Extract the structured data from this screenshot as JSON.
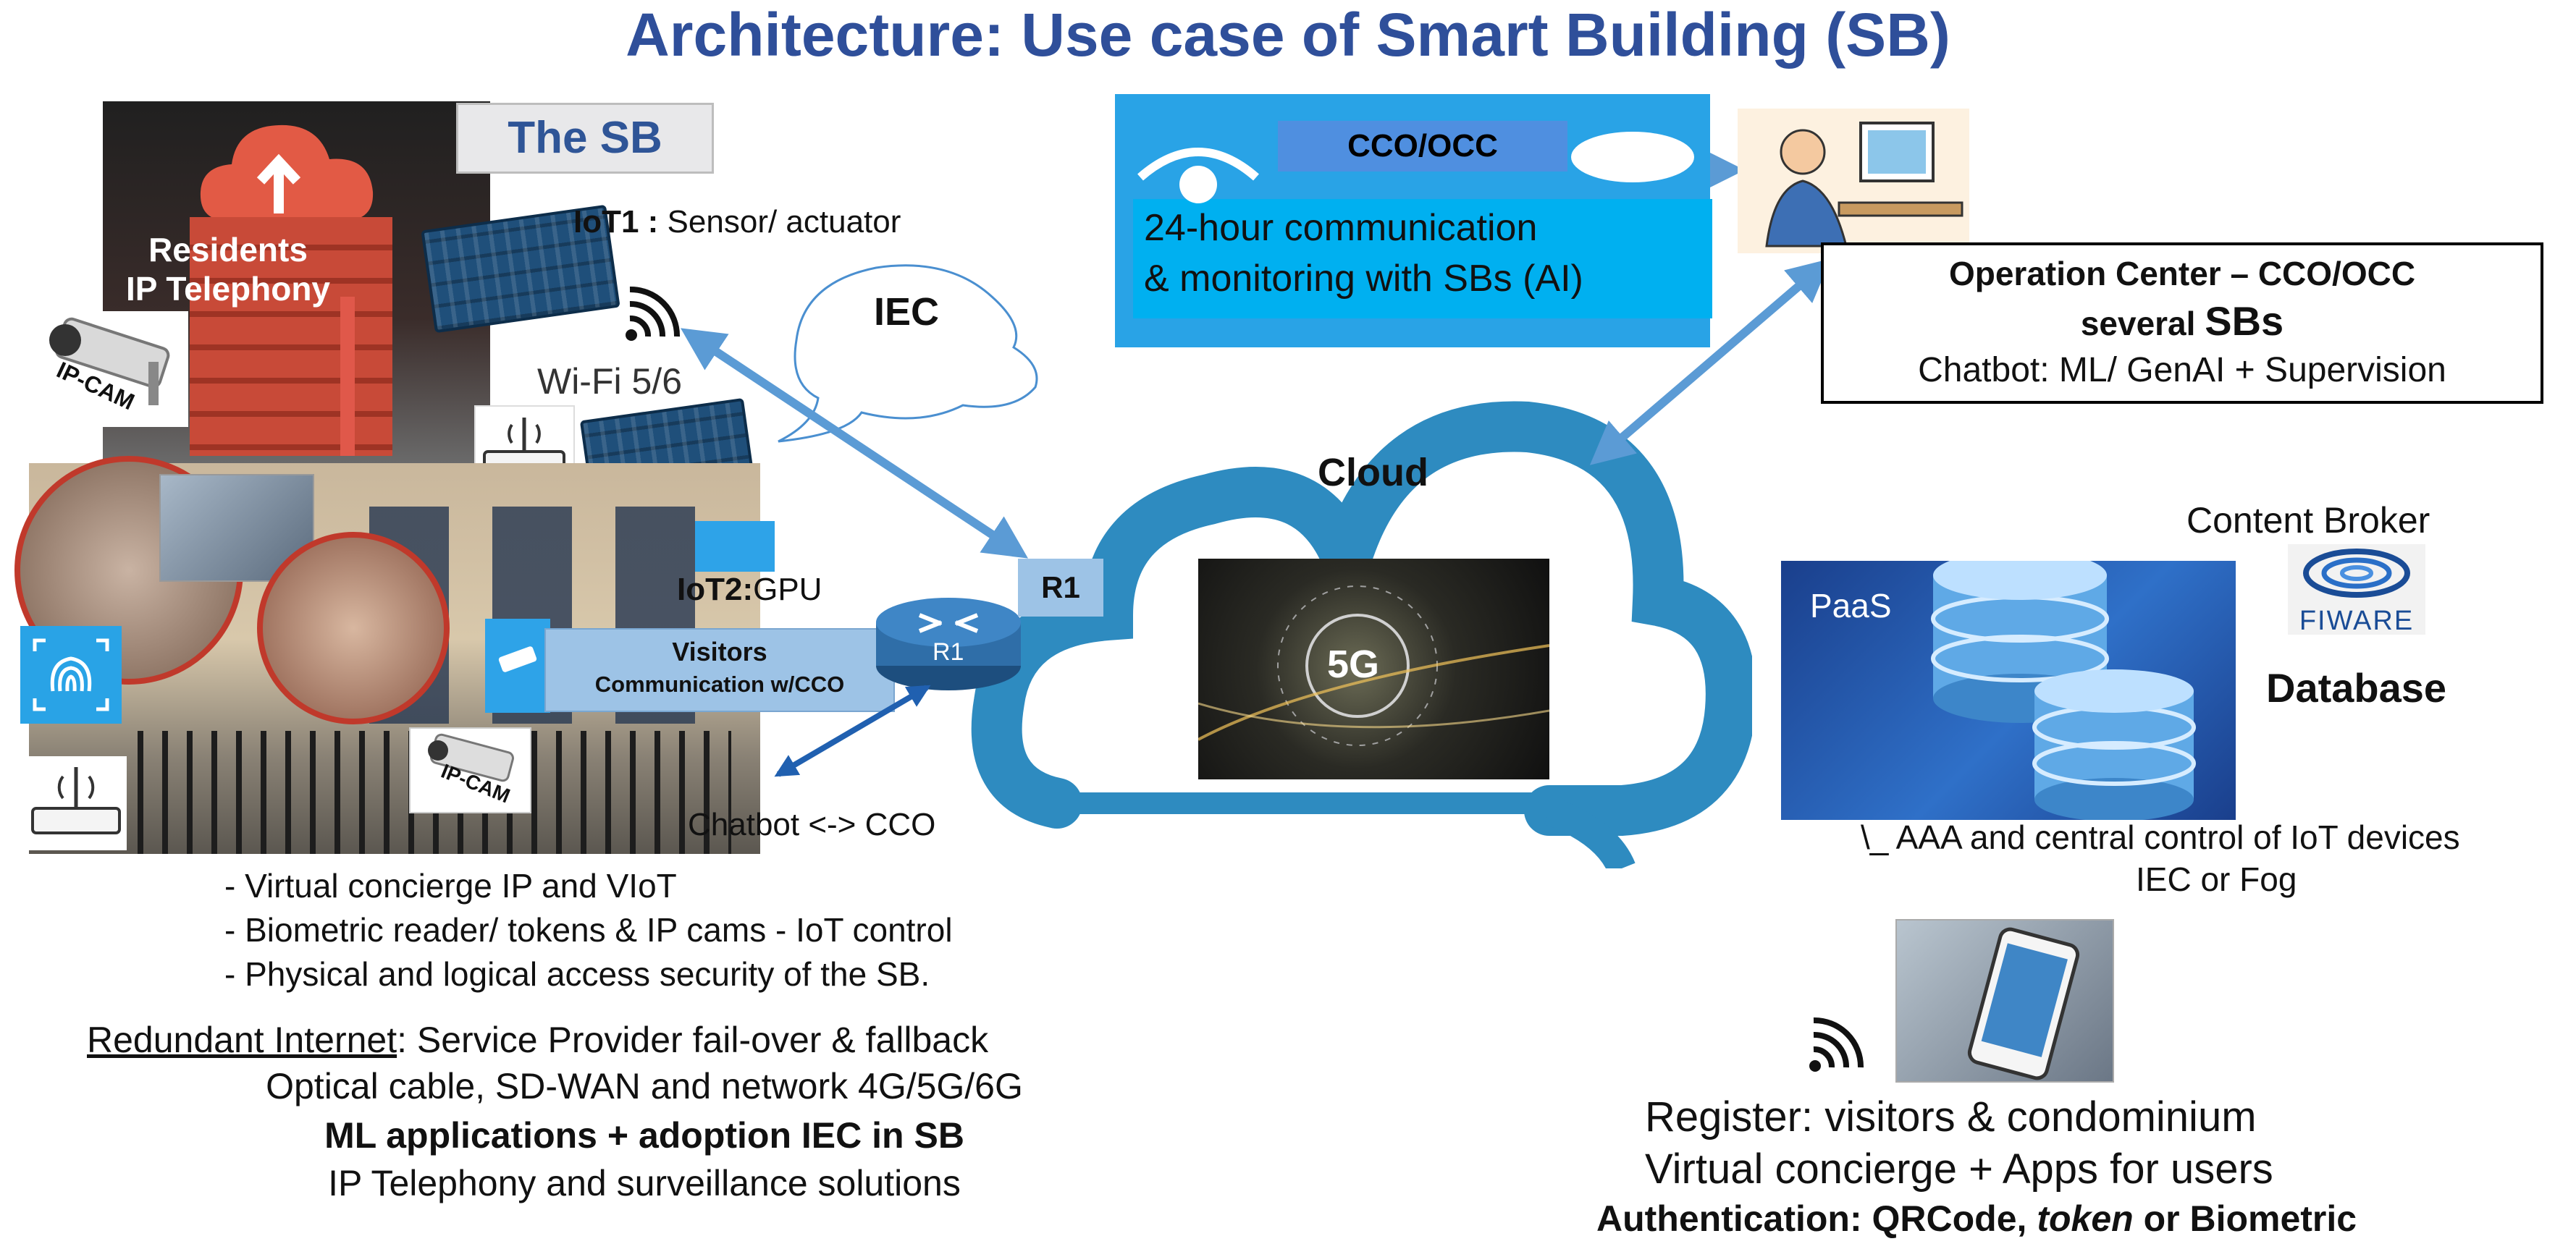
{
  "title": "Architecture:  Use case of Smart Building (SB)",
  "left": {
    "sb_label": "The SB",
    "residents_line1": "Residents",
    "residents_line2": "IP Telephony",
    "ipcam1": "IP-CAM",
    "ipcam2": "IP-CAM",
    "iot1_bold": "IoT1 :",
    "iot1_rest": " Sensor/ actuator",
    "wifi": "Wi-Fi 5/6",
    "iot2_bold": "IoT2:",
    "iot2_rest": "GPU",
    "visitors_line1": "Visitors",
    "visitors_line2": "Communication w/CCO",
    "chatbot_cco": "Chatbot <-> CCO",
    "iec": "IEC",
    "bullets": [
      "- Virtual concierge IP and VIoT",
      "- Biometric reader/ tokens &  IP cams -  IoT control",
      "- Physical and logical access security of the SB."
    ],
    "redundant_underlined": "Redundant Internet",
    "redundant_rest": ":  Service Provider fail-over & fallback",
    "optical": "Optical cable, SD-WAN and network 4G/5G/6G",
    "ml": "ML applications + adoption IEC in SB",
    "ip_tel": "IP Telephony and surveillance solutions"
  },
  "center": {
    "router": "R1",
    "router_tag": "R1",
    "cloud": "Cloud",
    "five_g": "5G"
  },
  "cco": {
    "tag": "CCO/OCC",
    "line1": "24-hour communication",
    "line2": "& monitoring with SBs (AI)"
  },
  "operation": {
    "line1": "Operation Center – CCO/OCC",
    "line2_a": "several ",
    "line2_b": "SBs",
    "line3": "Chatbot:  ML/ GenAI  + Supervision"
  },
  "right": {
    "content_broker": "Content Broker",
    "fiware": "FIWARE",
    "paas": "PaaS",
    "database": "Database",
    "aaa": "\\_ AAA and central control of IoT devices",
    "iec_fog": "IEC or Fog",
    "register": "Register: visitors & condominium",
    "virtual": "Virtual concierge + Apps for users",
    "auth_a": "Authentication: QRCode, ",
    "auth_b": "token",
    "auth_c": " or Biometric"
  },
  "colors": {
    "title": "#2f4f9a",
    "cloud": "#2e8bc0",
    "arrow": "#5b9bd5",
    "cco_panel": "#29a3e6",
    "paas_bg": "#1a3f8c"
  }
}
